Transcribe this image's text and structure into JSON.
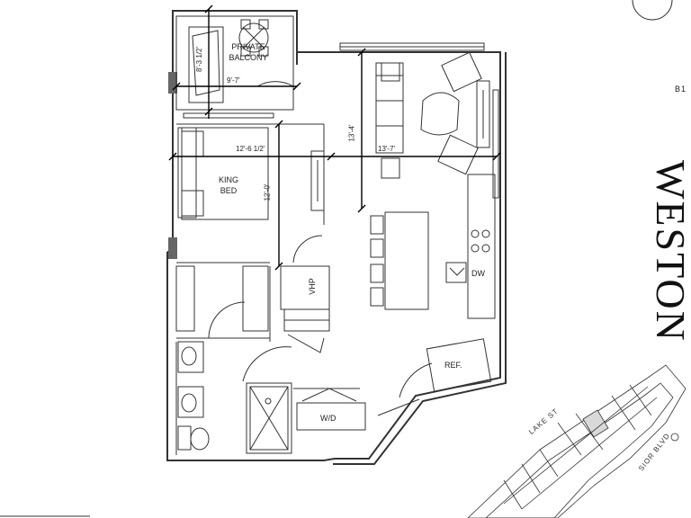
{
  "brand": {
    "name": "WESTON"
  },
  "unit": {
    "id": "B1"
  },
  "rooms": {
    "balcony": "PRIVATE BALCONY",
    "bedroom": "KING BED",
    "vhp": "VHP",
    "dw": "DW",
    "ref": "REF.",
    "wd": "W/D"
  },
  "dimensions": {
    "balcony_depth": "8'-3 1/2'",
    "balcony_width": "9'-7'",
    "bed_width": "12'-6 1/2'",
    "bed_depth": "12'-0'",
    "living_depth": "13'-4'",
    "living_width": "13'-7'"
  },
  "map": {
    "street_1": "LAKE ST",
    "street_2": "SIOR BLVD"
  },
  "colors": {
    "wall": "#333333",
    "highlight": "#d9d9d9",
    "dim_line": "#000000"
  }
}
